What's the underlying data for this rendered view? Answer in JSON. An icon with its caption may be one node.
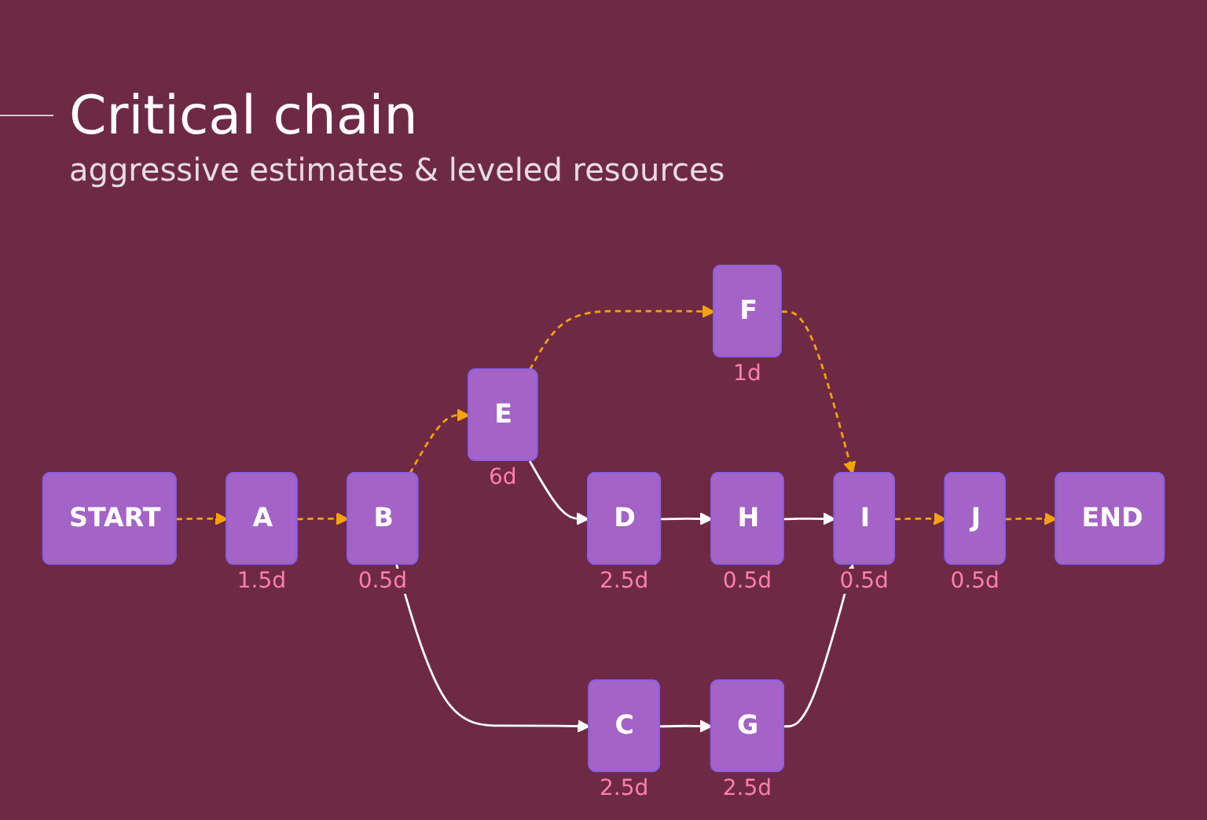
{
  "diagram": {
    "title": "Critical chain",
    "caption": "aggressive estimates & leveled resources",
    "nodes": [
      {
        "text": [
          "C"
        ],
        "beside": [
          "2.5d"
        ]
      },
      {
        "text": [
          "G"
        ],
        "beside": [
          "2.5d"
        ]
      },
      {
        "text": [
          "START"
        ]
      },
      {
        "text": [
          "A"
        ],
        "beside": [
          "1.5d"
        ]
      },
      {
        "text": [
          "B"
        ],
        "beside": [
          "0.5d"
        ]
      },
      {
        "text": [
          "E"
        ],
        "beside": [
          "6d"
        ]
      },
      {
        "text": [
          "F"
        ],
        "beside": [
          "1d"
        ]
      },
      {
        "text": [
          "I"
        ],
        "beside": [
          "0.5d"
        ]
      },
      {
        "text": [
          "J"
        ],
        "beside": [
          "0.5d"
        ]
      },
      {
        "text": [
          "END"
        ]
      },
      {
        "text": [
          "D"
        ],
        "beside": [
          "2.5d"
        ]
      },
      {
        "text": [
          "H"
        ],
        "beside": [
          "0.5d"
        ]
      }
    ],
    "edges": [
      {
        "from": 2,
        "to": 3,
        "arrow": "to",
        "style": "dashed",
        "color": "#f5a300"
      },
      {
        "from": 3,
        "to": 4,
        "arrow": "to",
        "style": "dashed",
        "color": "#f5a300"
      },
      {
        "from": 4,
        "to": 5,
        "arrow": "to",
        "style": "dashed",
        "color": "#f5a300"
      },
      {
        "from": 5,
        "to": 6,
        "arrow": "to",
        "style": "dashed",
        "color": "#f5a300"
      },
      {
        "from": 6,
        "to": 7,
        "arrow": "to",
        "style": "dashed",
        "color": "#f5a300"
      },
      {
        "from": 7,
        "to": 8,
        "arrow": "to",
        "style": "dashed",
        "color": "#f5a300"
      },
      {
        "from": 8,
        "to": 9,
        "arrow": "to",
        "style": "dashed",
        "color": "#f5a300"
      },
      {
        "from": 4,
        "to": 0,
        "arrow": "to",
        "color": "#ffffff"
      },
      {
        "from": 0,
        "to": 1,
        "arrow": "to",
        "color": "#ffffff"
      },
      {
        "from": 1,
        "to": 7,
        "arrow": "to",
        "color": "#ffffff"
      },
      {
        "from": 5,
        "to": 10,
        "arrow": "to",
        "color": "#ffffff"
      },
      {
        "from": 10,
        "to": 11,
        "arrow": "to",
        "color": "#ffffff"
      },
      {
        "from": 11,
        "to": 7,
        "arrow": "to",
        "color": "#ffffff"
      }
    ]
  }
}
